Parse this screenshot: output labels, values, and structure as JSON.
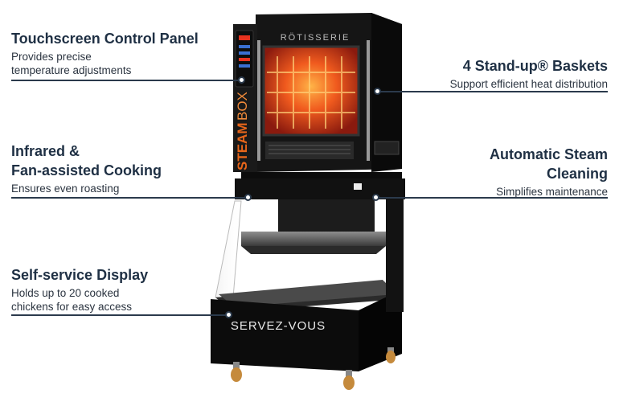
{
  "callouts": {
    "touchscreen": {
      "title": "Touchscreen Control Panel",
      "line1": "Provides precise",
      "line2": "temperature adjustments"
    },
    "baskets": {
      "title": "4 Stand-up® Baskets",
      "desc": "Support efficient heat distribution"
    },
    "infrared": {
      "title1": "Infrared &",
      "title2": "Fan-assisted Cooking",
      "desc": "Ensures even roasting"
    },
    "steam": {
      "title1": "Automatic Steam",
      "title2": "Cleaning",
      "desc": "Simplifies maintenance"
    },
    "display": {
      "title": "Self-service Display",
      "line1": "Holds up to 20 cooked",
      "line2": "chickens for easy access"
    }
  },
  "machine": {
    "top_label": "RÖTISSERIE",
    "side_brand_a": "STEAM",
    "side_brand_b": "BOX",
    "front_label": "SERVEZ-VOUS"
  },
  "colors": {
    "body": "#111111",
    "oven_glow": "#e8321e",
    "accent_orange": "#e8661a",
    "line": "#2b3a4c"
  }
}
